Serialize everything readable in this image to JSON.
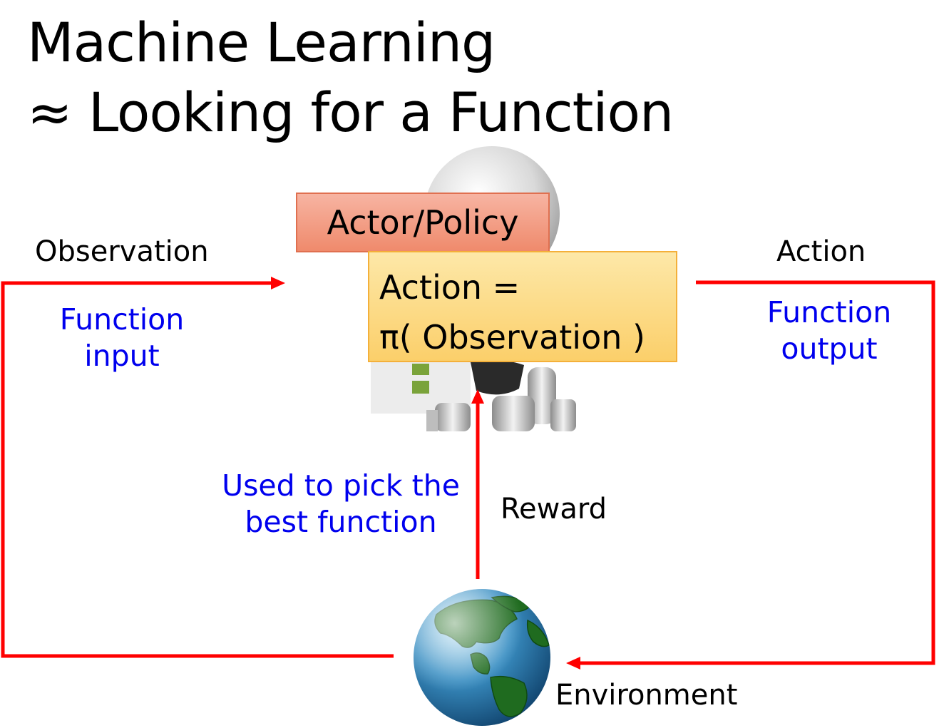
{
  "title": {
    "line1": "Machine Learning",
    "line2": "≈ Looking for a Function"
  },
  "actor": {
    "label": "Actor/Policy",
    "formula_line1": "Action =",
    "formula_line2": "π( Observation )"
  },
  "observation": {
    "label": "Observation",
    "note_line1": "Function",
    "note_line2": "input"
  },
  "action": {
    "label": "Action",
    "note_line1": "Function",
    "note_line2": "output"
  },
  "reward": {
    "label": "Reward",
    "note_line1": "Used to pick the",
    "note_line2": "best function"
  },
  "environment": {
    "label": "Environment"
  },
  "colors": {
    "arrow": "#ff0000",
    "note_text": "#0000ee",
    "actor_fill": "#f4a08a",
    "formula_fill": "#fdd98a"
  },
  "icons": [
    "robot-illustration",
    "earth-globe-icon"
  ]
}
